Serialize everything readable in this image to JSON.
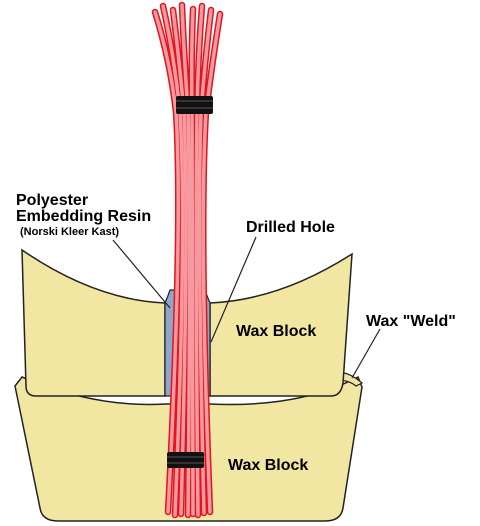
{
  "labels": {
    "resin_line1": "Polyester",
    "resin_line2": "Embedding Resin",
    "resin_line3": "(Norski Kleer Kast)",
    "drilled_hole": "Drilled Hole",
    "wax_weld": "Wax \"Weld\"",
    "wax_block_upper": "Wax Block",
    "wax_block_lower": "Wax Block"
  },
  "colors": {
    "wax": "#f1e6a2",
    "resin": "#8fa6cb",
    "fiber_fill": "#f79aa0",
    "fiber_edge": "#e0151f",
    "tie": "#111111",
    "outline": "#222222"
  }
}
